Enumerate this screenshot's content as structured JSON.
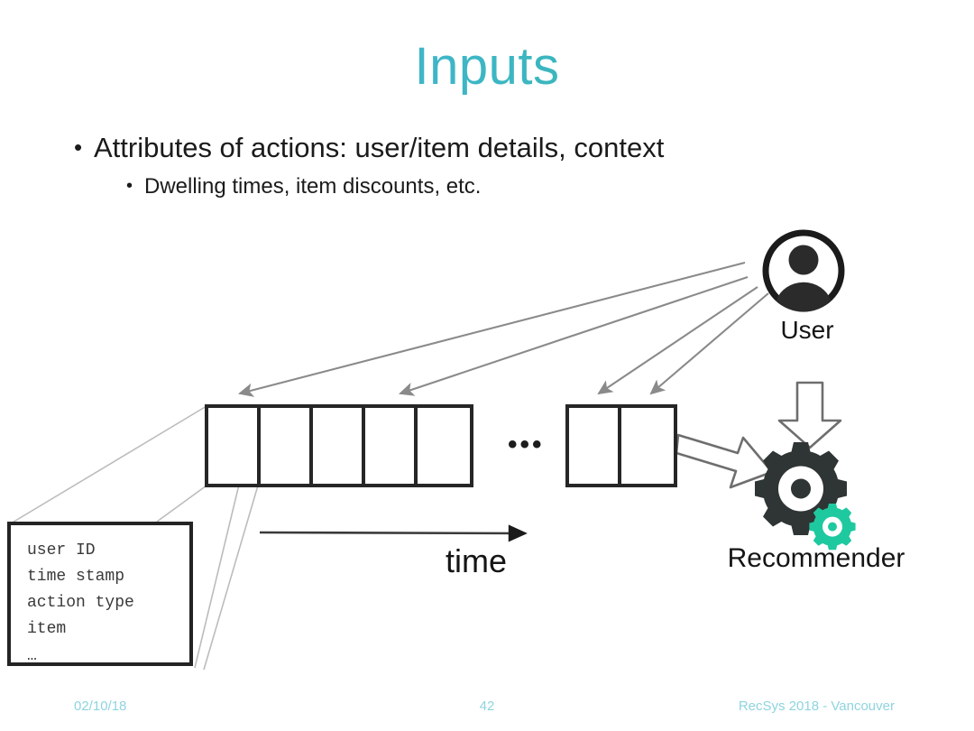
{
  "slide": {
    "title": "Inputs",
    "bullets": [
      {
        "level": 1,
        "marker": "•",
        "text": "Attributes of actions: user/item details, context"
      },
      {
        "level": 2,
        "marker": "•",
        "text": "Dwelling times, item discounts, etc."
      }
    ]
  },
  "diagram": {
    "sequence": {
      "group_a_cells": 5,
      "group_b_cells": 2,
      "ellipsis": "•••",
      "time_axis_label": "time"
    },
    "detail_box": {
      "lines": [
        "user ID",
        "time stamp",
        "action type",
        "item",
        "…"
      ]
    },
    "user": {
      "label": "User",
      "icon": "user-avatar-icon"
    },
    "recommender": {
      "label": "Recommender",
      "icon_primary": "gear-icon",
      "icon_secondary": "small-gear-icon"
    },
    "arrow_count_user_to_cells": 4
  },
  "footer": {
    "date": "02/10/18",
    "page_number": "42",
    "event": "RecSys 2018 - Vancouver"
  },
  "colors": {
    "title_gradient_start": "#4aa6dd",
    "title_gradient_end": "#2bb79a",
    "footer_text": "#8fd4df",
    "gear_dark": "#2f3534",
    "gear_teal": "#1fc9a0",
    "outline_dark": "#262626",
    "callout_line": "#b4b4b4",
    "arrow_gray": "#8a8a8a"
  }
}
